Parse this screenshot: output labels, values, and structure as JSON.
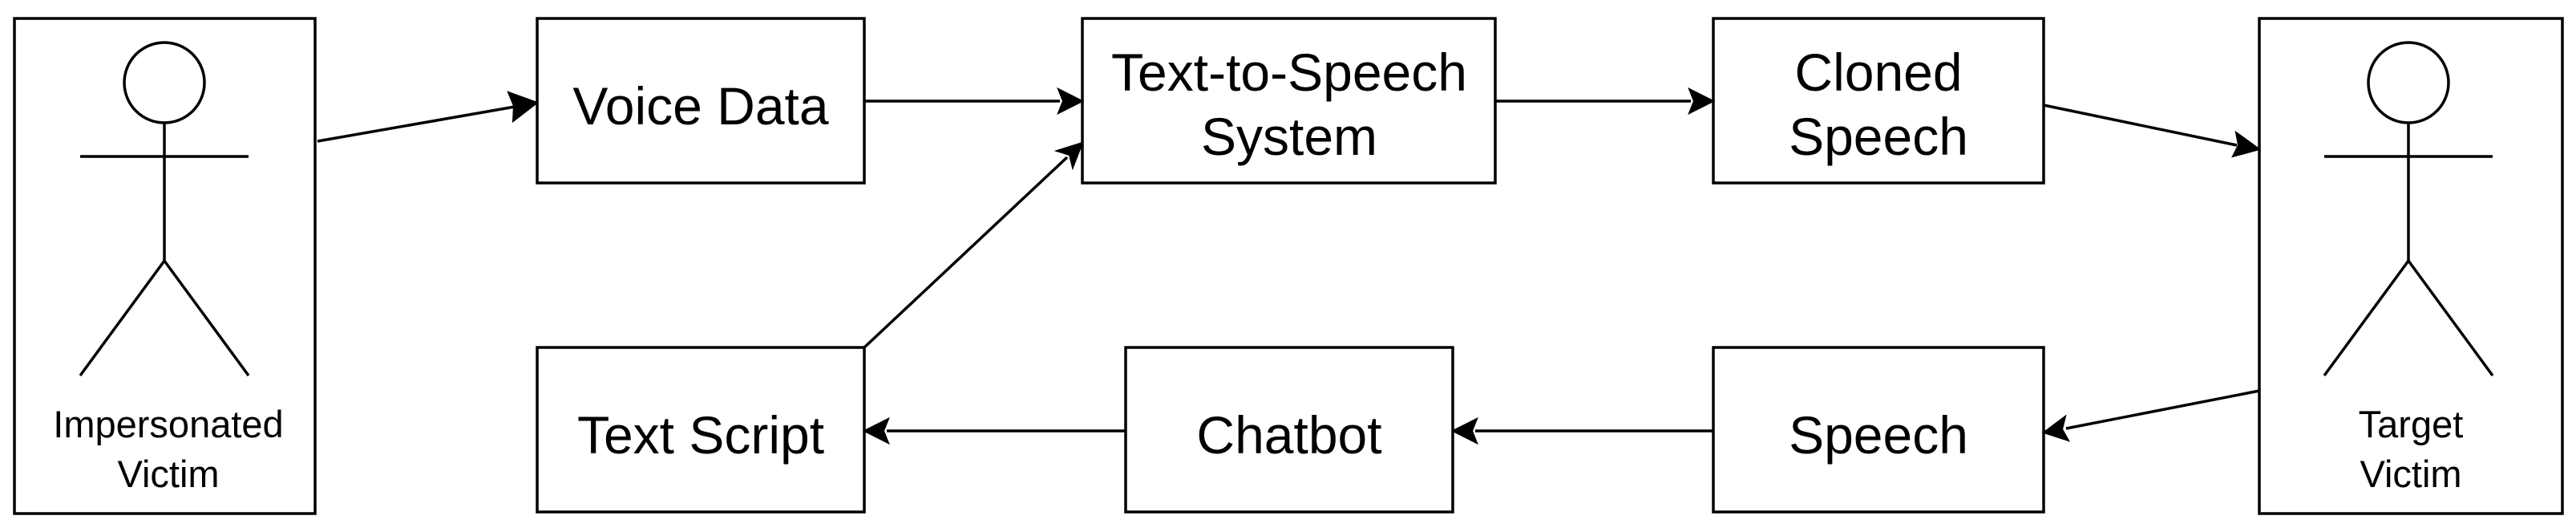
{
  "diagram": {
    "actors": {
      "impersonated": {
        "line1": "Impersonated",
        "line2": "Victim"
      },
      "target": {
        "line1": "Target",
        "line2": "Victim"
      }
    },
    "nodes": {
      "voice_data": {
        "label": "Voice Data"
      },
      "tts": {
        "line1": "Text-to-Speech",
        "line2": "System"
      },
      "cloned": {
        "line1": "Cloned",
        "line2": "Speech"
      },
      "text_script": {
        "label": "Text Script"
      },
      "chatbot": {
        "label": "Chatbot"
      },
      "speech": {
        "label": "Speech"
      }
    },
    "edges": [
      {
        "from": "impersonated-victim",
        "to": "voice-data"
      },
      {
        "from": "voice-data",
        "to": "text-to-speech-system"
      },
      {
        "from": "text-to-speech-system",
        "to": "cloned-speech"
      },
      {
        "from": "cloned-speech",
        "to": "target-victim"
      },
      {
        "from": "target-victim",
        "to": "speech"
      },
      {
        "from": "speech",
        "to": "chatbot"
      },
      {
        "from": "chatbot",
        "to": "text-script"
      },
      {
        "from": "text-script",
        "to": "text-to-speech-system"
      }
    ]
  }
}
